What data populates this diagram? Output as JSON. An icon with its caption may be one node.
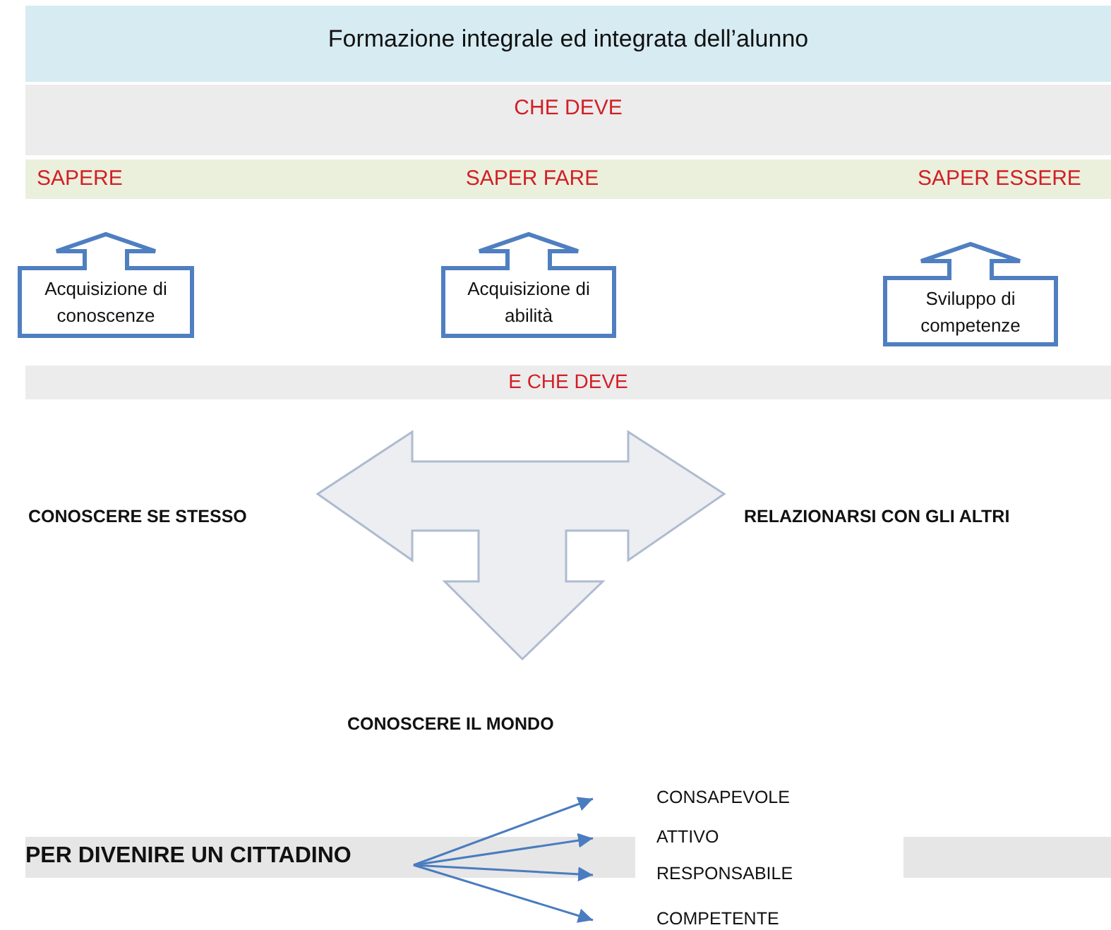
{
  "diagram": {
    "nodes": [
      {
        "text": [
          "Formazione integrale ed integrata dell’alunno"
        ]
      },
      {
        "text": [
          "CHE DEVE"
        ]
      },
      {
        "text": [
          "SAPERE",
          "SAPER FARE",
          "SAPER ESSERE"
        ]
      },
      {
        "text": [
          "Acquisizione di conoscenze"
        ]
      },
      {
        "text": [
          "Acquisizione di abilità"
        ]
      },
      {
        "text": [
          "Sviluppo di competenze"
        ]
      },
      {
        "text": [
          "E CHE DEVE"
        ]
      },
      {
        "text": [],
        "shape": "arrow"
      },
      {
        "text": [
          "PER DIVENIRE UN CITTADINO"
        ]
      },
      {
        "text": [
          "CONSAPEVOLE"
        ]
      },
      {
        "text": [
          "ATTIVO"
        ]
      },
      {
        "text": [
          "RESPONSABILE"
        ]
      },
      {
        "text": [
          "COMPETENTE"
        ]
      }
    ],
    "edges": [
      {
        "from": 8,
        "to": 9,
        "arrow": "to"
      },
      {
        "from": 8,
        "to": 10,
        "arrow": "to"
      },
      {
        "from": 8,
        "to": 11,
        "arrow": "to"
      },
      {
        "from": 8,
        "to": 12,
        "arrow": "to"
      }
    ],
    "labels": [
      "CONOSCERE SE STESSO",
      "RELAZIONARSI CON GLI ALTRI",
      "CONOSCERE IL MONDO"
    ]
  }
}
